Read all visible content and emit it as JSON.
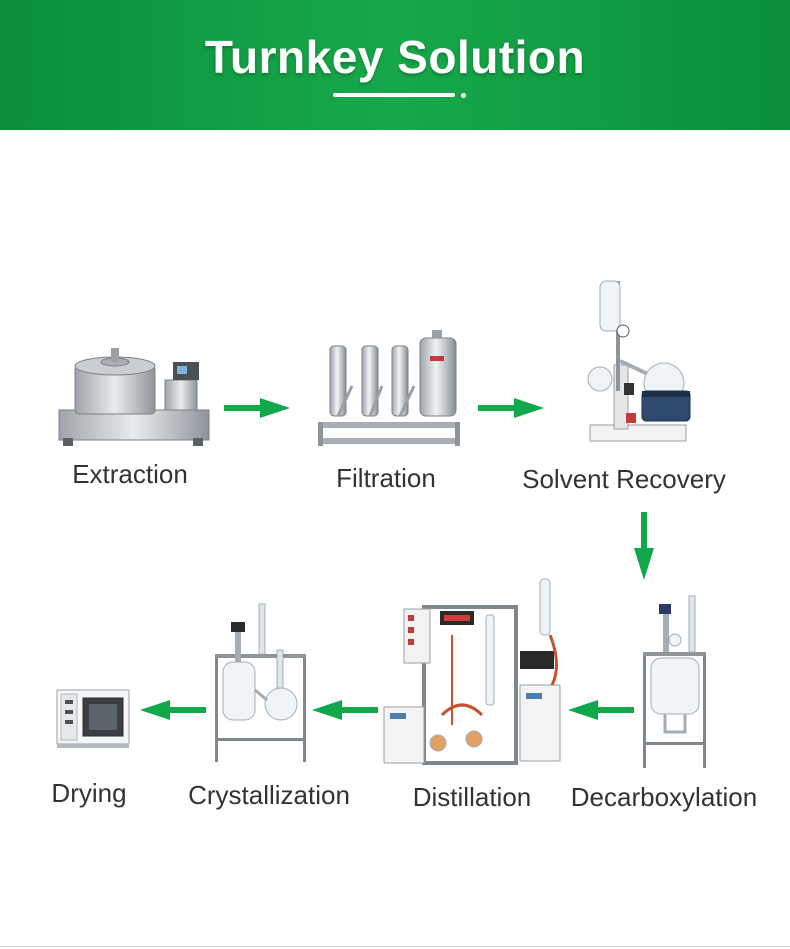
{
  "header": {
    "title": "Turnkey Solution"
  },
  "colors": {
    "brand_green": "#14a045",
    "arrow_green": "#11a84a",
    "label_text": "#333333"
  },
  "steps": [
    {
      "label": "Extraction"
    },
    {
      "label": "Filtration"
    },
    {
      "label": "Solvent Recovery"
    },
    {
      "label": "Decarboxylation"
    },
    {
      "label": "Distillation"
    },
    {
      "label": "Crystallization"
    },
    {
      "label": "Drying"
    }
  ]
}
